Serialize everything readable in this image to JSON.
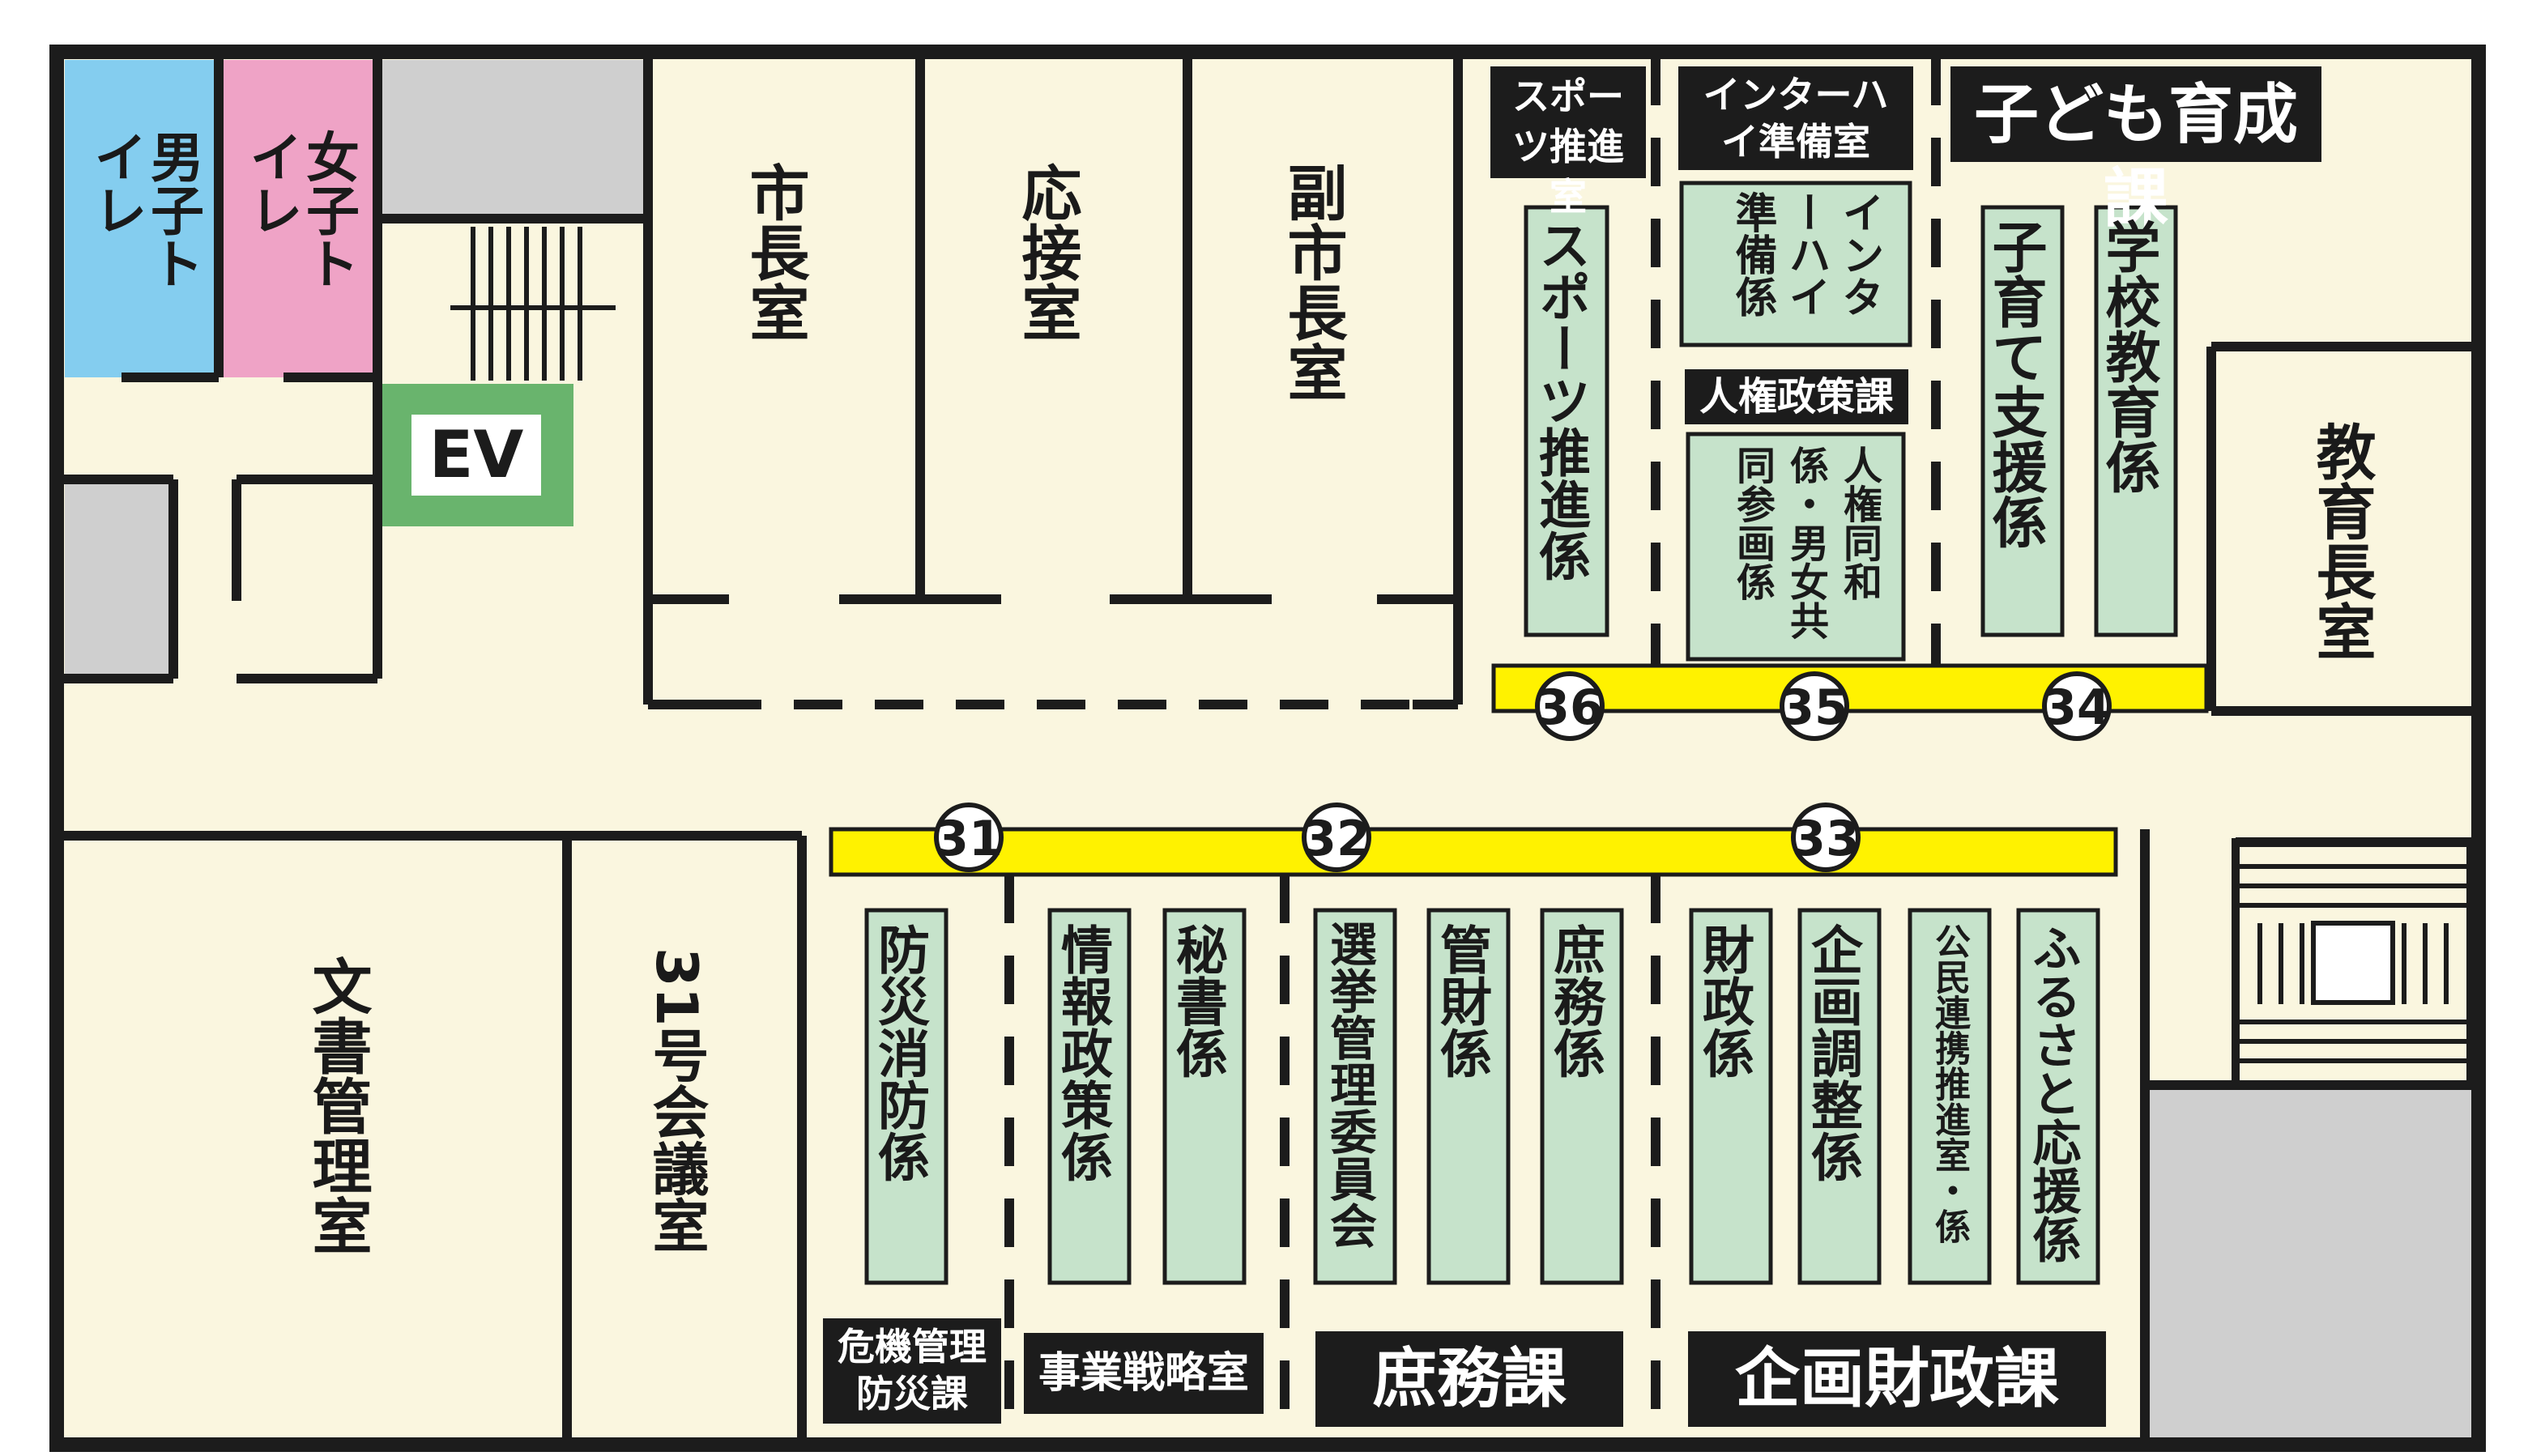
{
  "colors": {
    "background": "#faf6df",
    "wall": "#1c1c1c",
    "desk_green": "#c6e3cb",
    "ev_green": "#69b46d",
    "mens_blue": "#84cdef",
    "womens_pink": "#efa3c6",
    "gray_area": "#cfcfcf",
    "counter_yellow": "#fff200",
    "label_bg": "#1c1c1c",
    "label_fg": "#ffffff"
  },
  "rooms": {
    "mens_toilet": "男子トイレ",
    "womens_toilet": "女子トイレ",
    "elevator": "EV",
    "mayor_office": "市長室",
    "reception_room": "応接室",
    "deputy_mayor_office": "副市長室",
    "education_chief_office": "教育長室",
    "document_management_room": "文書管理室",
    "meeting_room_31": "31号会議室"
  },
  "upper_depts": {
    "sports_office_label": "スポーツ推進室",
    "interhigh_office_label": "インターハイ準備室",
    "child_dev_section_label": "子ども育成課",
    "human_rights_section_label": "人権政策課"
  },
  "upper_desks": {
    "sports_promotion": "スポーツ推進係",
    "interhigh_prep": "インターハイ準備係",
    "human_rights_gender": "人権同和係・男女共同参画係",
    "child_support": "子育て支援係",
    "school_education": "学校教育係"
  },
  "lower_depts": {
    "crisis_mgmt_label": "危機管理防災課",
    "business_strategy_label": "事業戦略室",
    "general_affairs_label": "庶務課",
    "planning_finance_label": "企画財政課"
  },
  "lower_desks": {
    "disaster_fire": "防災消防係",
    "info_policy": "情報政策係",
    "secretary": "秘書係",
    "election_committee": "選挙管理委員会",
    "property_management": "管財係",
    "general_affairs": "庶務係",
    "finance": "財政係",
    "planning_coordination": "企画調整係",
    "citizen_partnership": "公民連携推進室・係",
    "furusato_support": "ふるさと応援係"
  },
  "counters": {
    "c31": "31",
    "c32": "32",
    "c33": "33",
    "c34": "34",
    "c35": "35",
    "c36": "36"
  }
}
